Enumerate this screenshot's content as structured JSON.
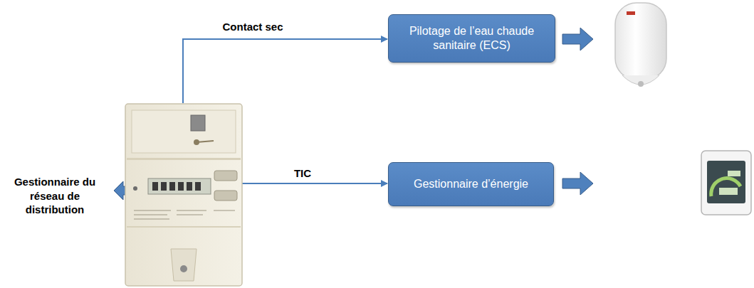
{
  "diagram": {
    "nodes": [
      {
        "text": [
          "Pilotage de l’eau chaude sanitaire (ECS)"
        ]
      },
      {
        "text": [
          "Gestionnaire d’énergie"
        ]
      }
    ],
    "labels": [
      "Contact sec",
      "TIC",
      "Gestionnaire du réseau de distribution"
    ]
  }
}
